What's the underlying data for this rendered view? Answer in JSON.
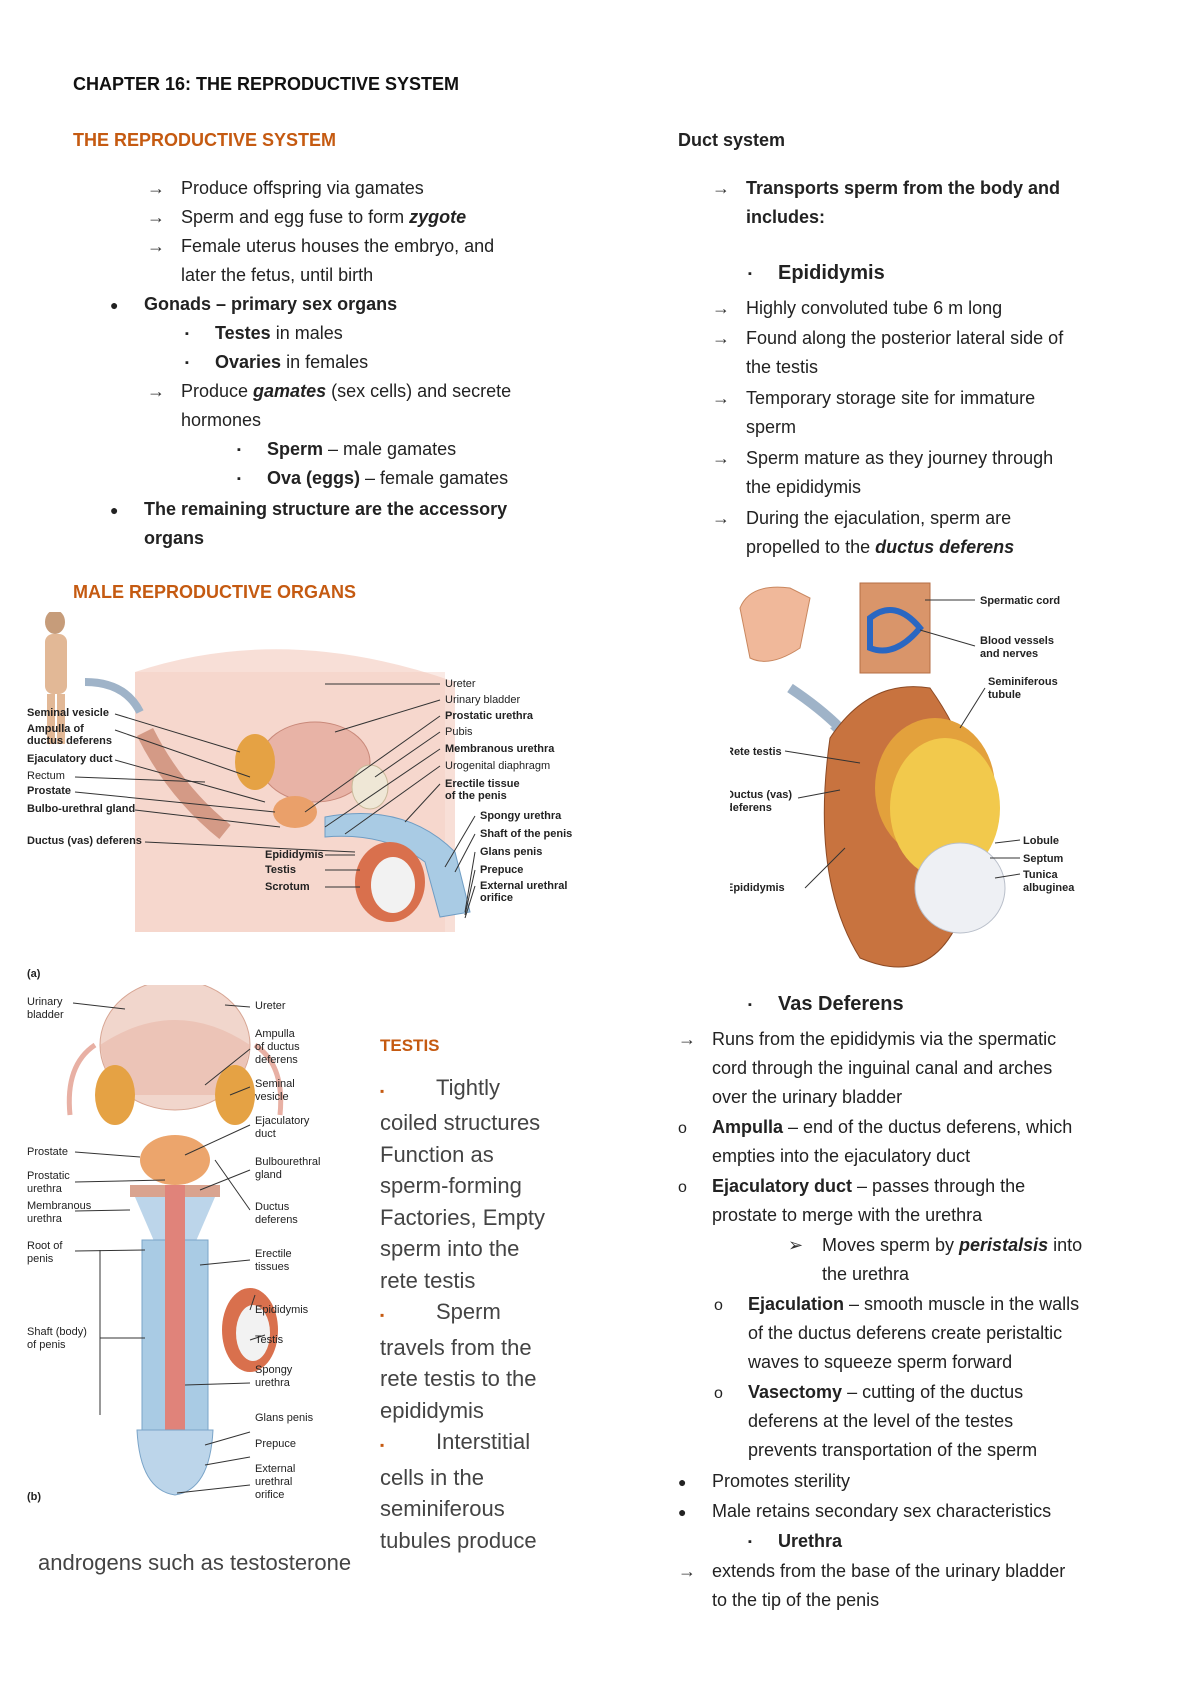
{
  "chapter_title": "CHAPTER 16: THE REPRODUCTIVE SYSTEM",
  "left": {
    "section1_title": "THE REPRODUCTIVE SYSTEM",
    "items": [
      "Produce offspring via gamates",
      "Sperm and egg fuse to form ",
      "zygote",
      "Female uterus houses the embryo, and",
      "later the fetus, until birth",
      "Gonads – primary sex organs",
      "Testes",
      " in males",
      "Ovaries",
      " in females",
      "Produce ",
      "gamates",
      " (sex cells) and secrete",
      "hormones",
      "Sperm",
      " – male gamates",
      "Ova (eggs)",
      " – female gamates",
      "The remaining structure are the accessory",
      "organs"
    ],
    "section2_title": "MALE REPRODUCTIVE ORGANS"
  },
  "fig_a": {
    "labels_left": [
      "Seminal vesicle",
      "Ampulla of",
      "ductus deferens",
      "Ejaculatory duct",
      "Rectum",
      "Prostate",
      "Bulbo-urethral gland",
      "Ductus (vas) deferens"
    ],
    "labels_right": [
      "Ureter",
      "Urinary bladder",
      "Prostatic urethra",
      "Pubis",
      "Membranous urethra",
      "Urogenital diaphragm",
      "Erectile tissue",
      "of the penis",
      "Spongy urethra",
      "Shaft of the penis",
      "Glans penis",
      "Prepuce",
      "External urethral",
      "orifice"
    ],
    "labels_bottom": [
      "Epididymis",
      "Testis",
      "Scrotum"
    ],
    "panel": "(a)"
  },
  "fig_b": {
    "labels_left": [
      "Urinary",
      "bladder",
      "Prostate",
      "Prostatic",
      "urethra",
      "Membranous",
      "urethra",
      "Root of",
      "penis",
      "Shaft (body)",
      "of penis"
    ],
    "labels_right": [
      "Ureter",
      "Ampulla",
      "of ductus",
      "deferens",
      "Seminal",
      "vesicle",
      "Ejaculatory",
      "duct",
      "Bulbourethral",
      "gland",
      "Ductus",
      "deferens",
      "Erectile",
      "tissues",
      "Epididymis",
      "Testis",
      "Spongy",
      "urethra",
      "Glans penis",
      "Prepuce",
      "External",
      "urethral",
      "orifice"
    ],
    "panel": "(b)"
  },
  "testis": {
    "title": "TESTIS",
    "lines": [
      "Tightly",
      "coiled structures",
      "Function as",
      "sperm-forming",
      "Factories, Empty",
      "sperm into the",
      "rete testis",
      "Sperm",
      "travels from the",
      "rete testis to the",
      "epididymis",
      "Interstitial",
      "cells in the",
      "seminiferous",
      "tubules produce"
    ],
    "tail": "androgens such as testosterone"
  },
  "right": {
    "section_title": "Duct system",
    "intro": [
      "Transports sperm from the body and",
      "includes:"
    ],
    "epididymis_title": "Epididymis",
    "epididymis_items": [
      "Highly convoluted tube 6 m long",
      "Found along the posterior lateral side of",
      "the testis",
      "Temporary storage site for immature",
      "sperm",
      "Sperm mature as they journey through",
      "the epididymis",
      "During the ejaculation, sperm are",
      "propelled to the ",
      "ductus deferens"
    ],
    "vas_title": "Vas Deferens",
    "vas_items": [
      "Runs from the epididymis via the spermatic",
      "cord through the inguinal canal and arches",
      "over the urinary bladder",
      "Ampulla",
      " – end of the ductus deferens, which",
      "empties into the ejaculatory duct",
      "Ejaculatory duct",
      " – passes through the",
      "prostate to merge with the urethra",
      "Moves sperm by ",
      "peristalsis",
      " into",
      "the urethra",
      "Ejaculation",
      " – smooth muscle in the walls",
      "of the ductus deferens create peristaltic",
      "waves to squeeze sperm forward",
      "Vasectomy",
      " – cutting of the ductus",
      "deferens at the level of the testes",
      "prevents transportation of the sperm",
      "Promotes sterility",
      "Male retains secondary sex characteristics",
      "Urethra",
      "extends from the base of the urinary bladder",
      "to the tip of the penis"
    ]
  },
  "fig_c": {
    "labels": [
      "Spermatic cord",
      "Blood vessels",
      "and nerves",
      "Seminiferous",
      "tubule",
      "Rete testis",
      "Ductus (vas)",
      "deferens",
      "Lobule",
      "Septum",
      "Tunica",
      "albuginea",
      "Epididymis"
    ]
  },
  "glyphs": {
    "arrow": "→",
    "square": "▪",
    "bullet": "●",
    "circle": "o",
    "pointer": "➢"
  }
}
